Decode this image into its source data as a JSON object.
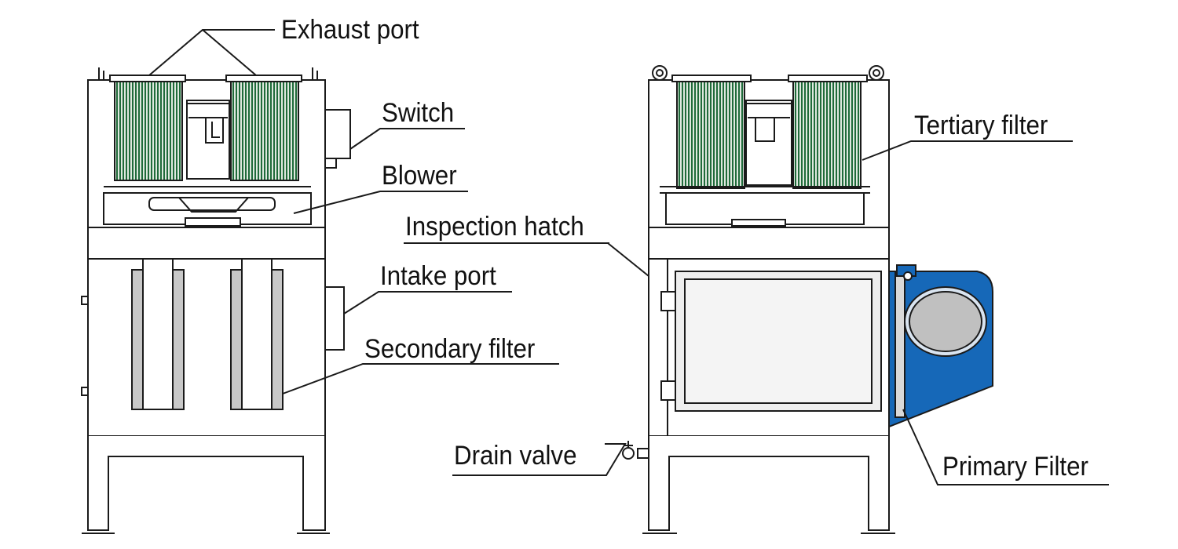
{
  "labels": {
    "exhaust_port": "Exhaust port",
    "switch": "Switch",
    "blower": "Blower",
    "inspection_hatch": "Inspection hatch",
    "intake_port": "Intake port",
    "secondary_filter": "Secondary filter",
    "tertiary_filter": "Tertiary filter",
    "drain_valve": "Drain valve",
    "primary_filter": "Primary Filter"
  },
  "colors": {
    "line": "#1a1a1a",
    "filter_green": "#1f6b3a",
    "primary_filter_blue": "#1668b8",
    "primary_filter_dark": "#0d4d8c",
    "cartridge_gray": "#c8c8c8",
    "panel_light": "#eeeeee"
  }
}
